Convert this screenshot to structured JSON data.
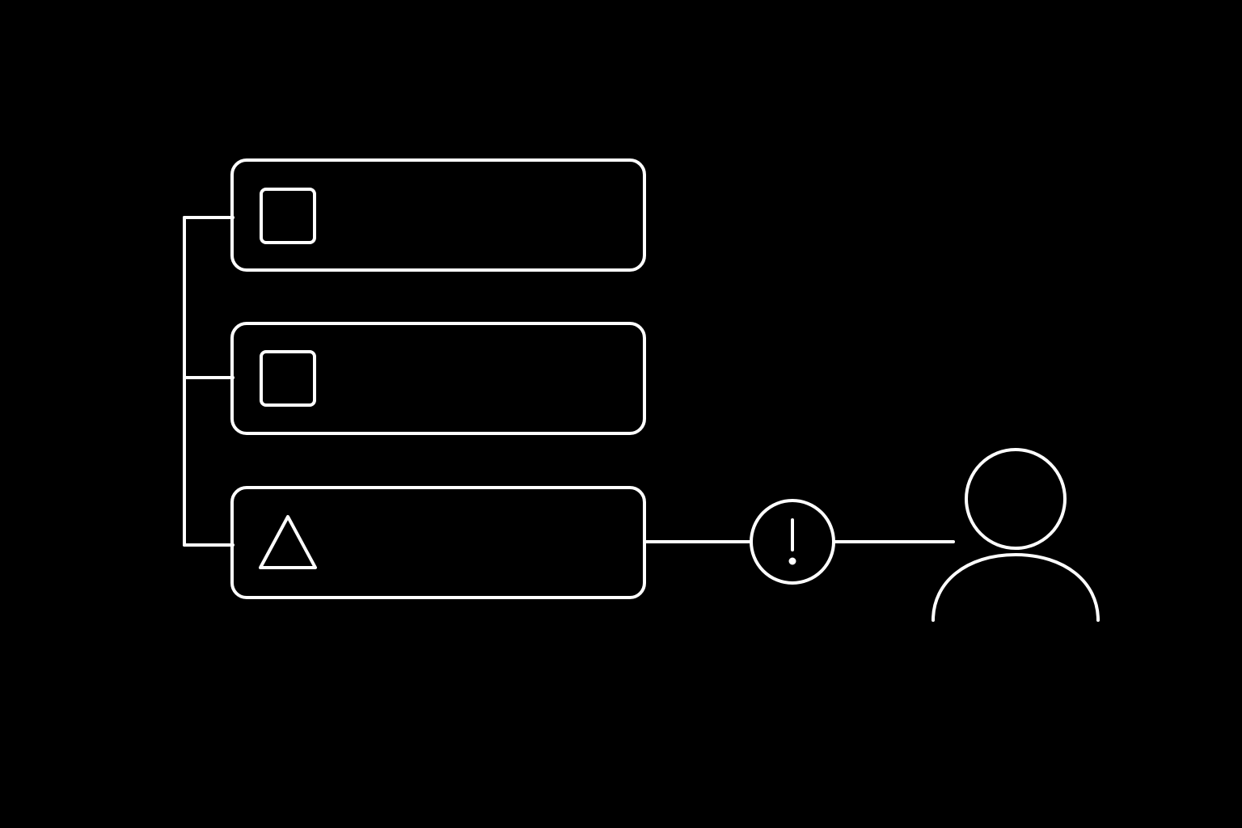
{
  "diagram": {
    "background": "#000000",
    "stroke_color": "#FFFFFF",
    "rows": [
      {
        "icon": "square-icon",
        "status": "normal"
      },
      {
        "icon": "square-icon",
        "status": "normal"
      },
      {
        "icon": "triangle-icon",
        "status": "warning"
      }
    ],
    "alert": {
      "icon": "exclamation-icon"
    },
    "user": {
      "icon": "user-icon"
    }
  }
}
